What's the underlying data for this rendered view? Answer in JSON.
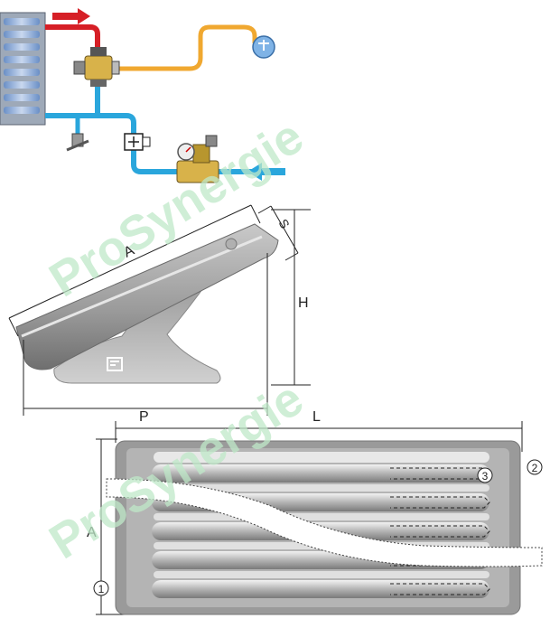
{
  "watermarks": [
    "ProSynergie",
    "ProSynergie"
  ],
  "profile_view": {
    "dimension_labels": {
      "A": "A",
      "S": "S",
      "H": "H",
      "P": "P"
    }
  },
  "front_view": {
    "dimension_labels": {
      "L": "L",
      "A": "A"
    },
    "callouts": {
      "one": "1",
      "two": "2",
      "three": "3"
    }
  },
  "colors": {
    "hot_water": "#d61f26",
    "cold_water": "#2aa6dc",
    "mixed_water": "#f0a830",
    "steel_gray": "#8c8c8c",
    "light_gray": "#c8c8c8",
    "watermark": "#bfe8c8"
  }
}
